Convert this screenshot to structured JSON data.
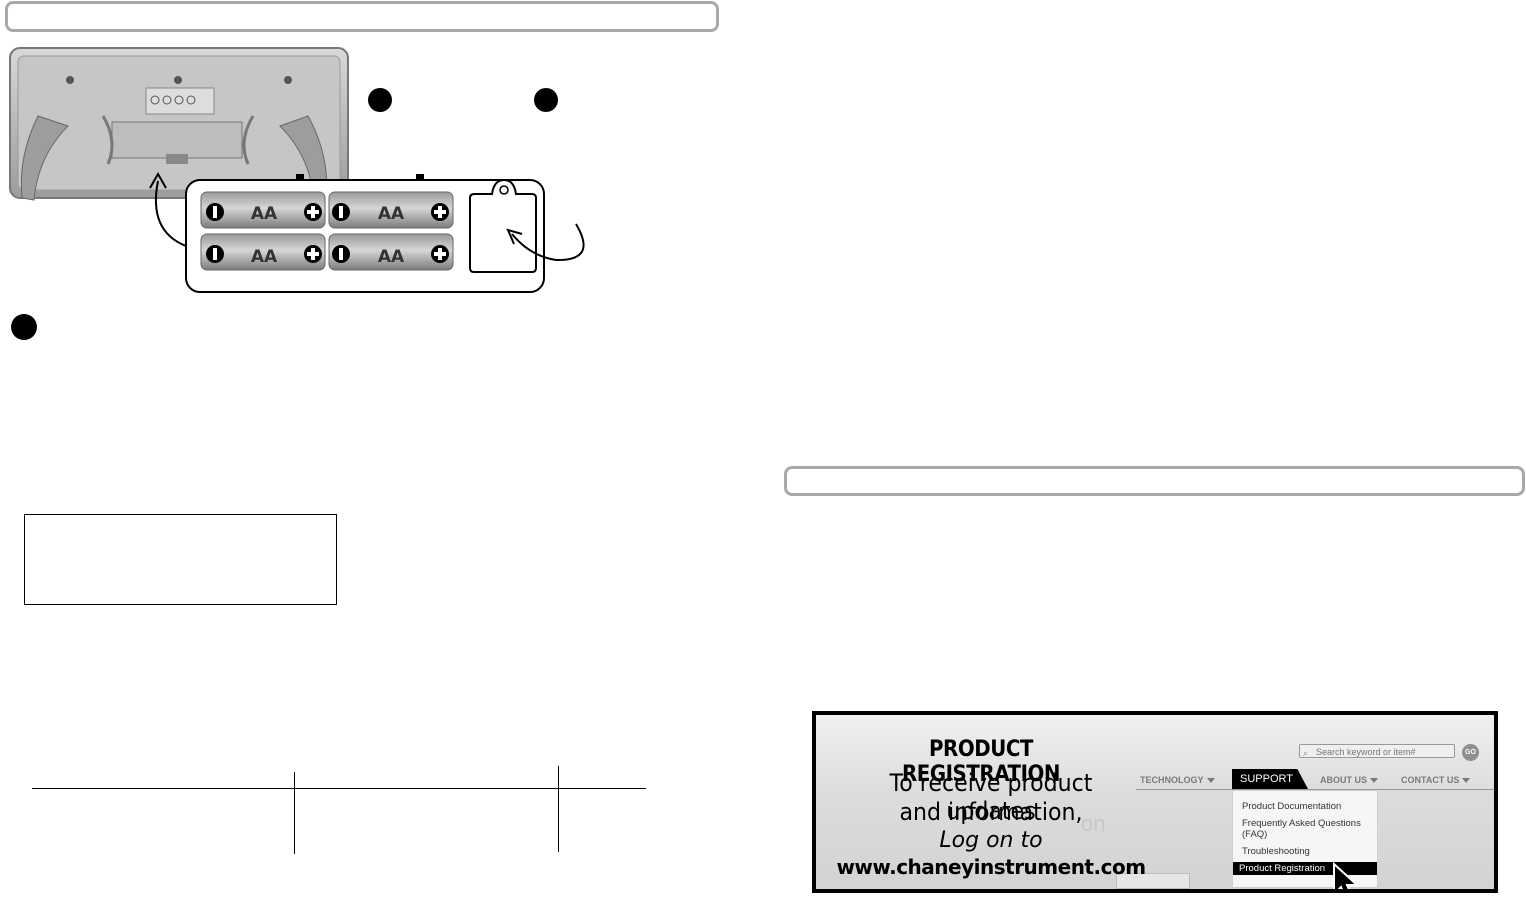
{
  "step_markers": [
    "",
    "",
    ""
  ],
  "battery_diagram": {
    "batteries": [
      {
        "label": "AA",
        "neg": "−",
        "pos": "+"
      },
      {
        "label": "AA",
        "neg": "−",
        "pos": "+"
      },
      {
        "label": "AA",
        "neg": "−",
        "pos": "+"
      },
      {
        "label": "AA",
        "neg": "−",
        "pos": "+"
      }
    ]
  },
  "registration": {
    "title": "PRODUCT REGISTRATION",
    "line1": "To receive product updates",
    "line2": "and information,",
    "line3": "Log on to",
    "url": "www.chaneyinstrument.com",
    "search_placeholder": "Search keyword or item#",
    "go_label": "GO",
    "nav": {
      "technology": "TECHNOLOGY",
      "support": "SUPPORT",
      "about": "ABOUT US",
      "contact": "CONTACT US"
    },
    "menu": [
      "Product Documentation",
      "Frequently Asked Questions (FAQ)",
      "Troubleshooting",
      "Product Registration"
    ],
    "ghost_text": "on"
  }
}
